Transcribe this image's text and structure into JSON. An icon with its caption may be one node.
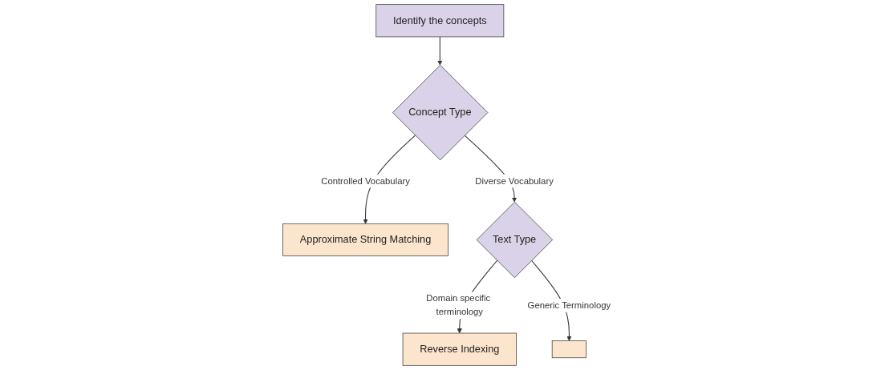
{
  "diagram": {
    "nodes": [
      {
        "text": [
          "Identify the concepts"
        ]
      },
      {
        "text": [
          "Concept Type"
        ]
      },
      {
        "text": [
          "Approximate String Matching"
        ]
      },
      {
        "text": [
          "Text Type"
        ]
      },
      {
        "text": [
          "Reverse Indexing"
        ]
      },
      {
        "text": [],
        "shape": "box"
      }
    ],
    "edges": [
      {
        "from": 0,
        "to": 1,
        "arrow": "to"
      },
      {
        "from": 1,
        "to": 2,
        "arrow": "to",
        "label": "Controlled Vocabulary"
      },
      {
        "from": 1,
        "to": 3,
        "arrow": "to",
        "label": "Diverse Vocabulary"
      },
      {
        "from": 3,
        "to": 4,
        "arrow": "to",
        "label": "Domain specific terminology"
      },
      {
        "from": 3,
        "to": 5,
        "arrow": "to",
        "label": "Generic Terminology"
      }
    ]
  }
}
